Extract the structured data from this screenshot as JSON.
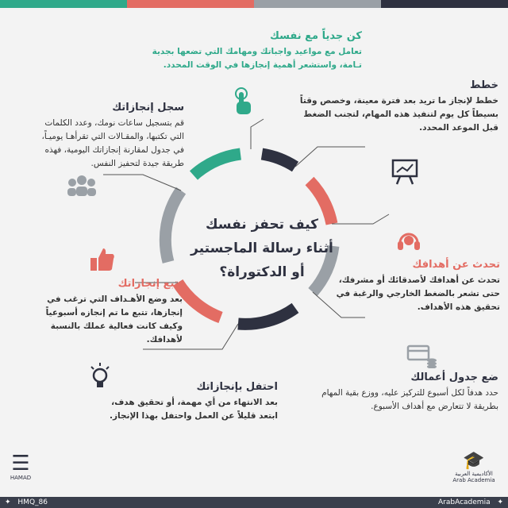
{
  "colors": {
    "teal": "#2fa98a",
    "red": "#e36c63",
    "dark": "#2e3140",
    "gray": "#9aa0a6"
  },
  "center_title": [
    "كيف تحفز نفسك",
    "أثناء رسالة الماجستير",
    "أو الدكتوراة؟"
  ],
  "top": {
    "title": "كن جدياً مع نفسك",
    "body": "تعامل مع مواعيد واجباتك ومهامك التي تضعها بجدية تـامة، واستشعر أهمية إنجازها في الوقت المحدد."
  },
  "record": {
    "title": "سجل إنجازاتك",
    "body": "قم بتسجيل ساعات نومك، وعدد الكلمات التي تكتبها، والمقـالات التي تقرأهـا يوميـاً، في جدول لمقارنة إنجازاتك اليومية، فهذه طريقة جيدة لتحفيز النفس."
  },
  "plan": {
    "title": "خطط",
    "body": "خطط لإنجاز ما تريد بعد فترة معينة، وخصص وقتاً بسيطاً كل يوم لتنفيذ هذه المهام، لتجنب الضغط قبل الموعد المحدد."
  },
  "talk": {
    "title": "تحدث عن أهدافك",
    "body": "تحدث عن أهدافك لأصدقائك أو مشرفك، حتى تشعر بالضغط الخارجي والرغبة في تحقيق هذه الأهداف."
  },
  "follow": {
    "title": "تتبع إنجازاتك",
    "body": "بعد وضع الأهـداف التي ترغب في إنجازها، تتبع ما تم إنجازه أسبوعياً وكيف كانت فعالية عملك بالنسبة لأهدافك."
  },
  "schedule": {
    "title": "ضع جدول أعمالك",
    "body": "حدد هدفاً لكل أسبوع للتركيز عليه، ووزع بقية المهام بطريقة لا تتعارض مع أهداف الأسبوع."
  },
  "celebrate": {
    "title": "احتفل بإنجازاتك",
    "body": "بعد الانتهاء من أي مهمة، أو تحقيق هدف، ابتعد قليلاً عن العمل واحتفل بهذا الإنجاز."
  },
  "footer": {
    "left": "HMQ_86",
    "right": "ArabAcademia",
    "hamad": "HAMAD",
    "academia": "الأكاديمية العربية",
    "academia_en": "Arab Academia"
  },
  "icons": [
    "pointer-hand-icon",
    "presentation-board-icon",
    "people-group-icon",
    "headset-icon",
    "thumbs-up-icon",
    "money-card-icon",
    "lightbulb-icon"
  ]
}
